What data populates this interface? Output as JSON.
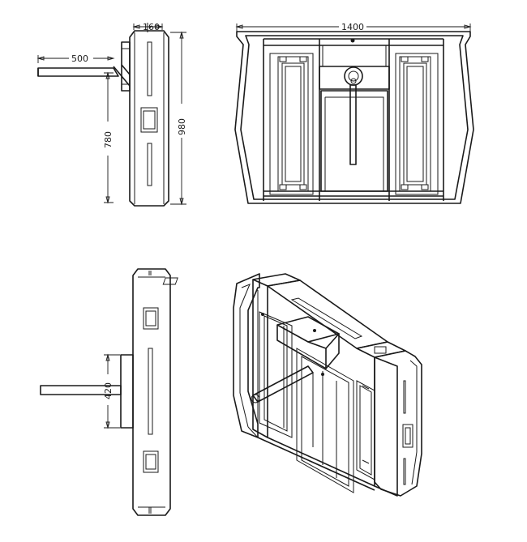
{
  "dimensions": {
    "width_overall": "1400",
    "depth_cabinet": "160",
    "arm_length": "500",
    "arm_height": "780",
    "cabinet_height": "980",
    "arm_height_side": "420"
  },
  "views": [
    "side-elevation",
    "front-elevation",
    "plan-view",
    "isometric-view"
  ],
  "colors": {
    "line": "#1a1a1a",
    "background": "#ffffff"
  }
}
